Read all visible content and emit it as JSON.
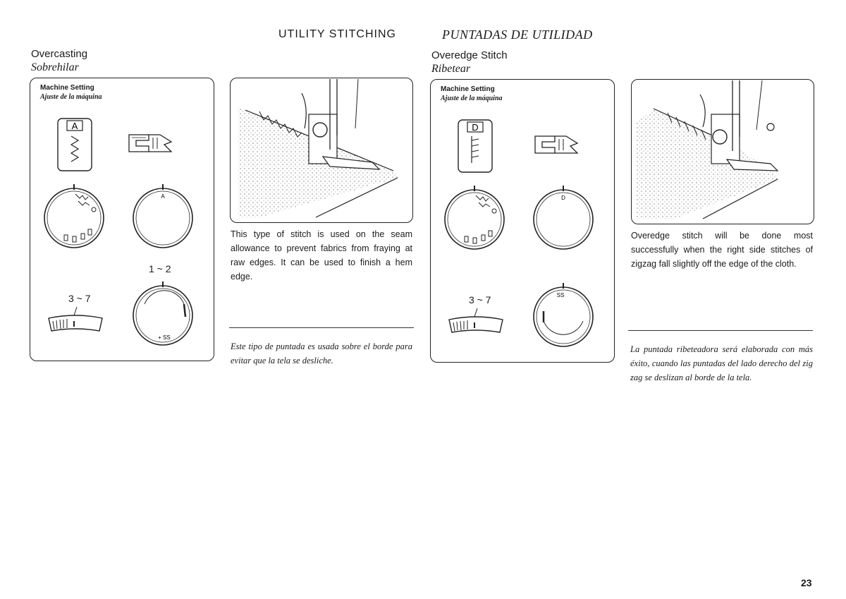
{
  "header": {
    "title_en": "UTILITY STITCHING",
    "title_es": "PUNTADAS DE UTILIDAD"
  },
  "left": {
    "title_en": "Overcasting",
    "title_es": "Sobrehilar",
    "machine_setting_en": "Machine Setting",
    "machine_setting_es": "Ajuste de la máquina",
    "pattern_letter": "A",
    "dial_letter": "A",
    "stitch_width": "1 ~ 2",
    "stitch_length": "3 ~ 7",
    "desc_en": "This type of stitch is used on the seam allowance to prevent fabrics from fraying at raw edges. It can be used to finish a hem edge.",
    "desc_es": "Este tipo de puntada es usada sobre el borde para evitar que la tela se desliche."
  },
  "right": {
    "title_en": "Overedge Stitch",
    "title_es": "Ribetear",
    "machine_setting_en": "Machine Setting",
    "machine_setting_es": "Ajuste de la máquina",
    "pattern_letter": "D",
    "dial_letter": "D",
    "stitch_length": "3 ~ 7",
    "desc_en": "Overedge stitch will be done most successfully when the right side stitches of zigzag fall slightly off the edge of the cloth.",
    "desc_es": "La puntada ribeteadora será elaborada con más éxito, cuando las puntadas del lado derecho del zig zag se deslizan al borde de la tela."
  },
  "page_number": "23"
}
